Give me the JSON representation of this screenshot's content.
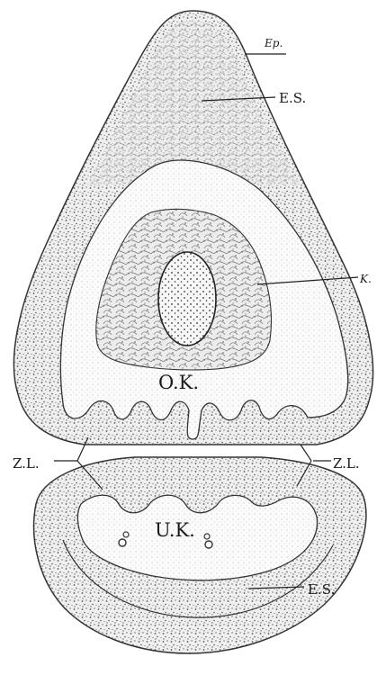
{
  "figure": {
    "labels": {
      "epidermis": "Ep.",
      "upper_es": "E.S.",
      "nucleus": "K.",
      "upper_cavity": "O.K.",
      "z_left": "Z.L.",
      "z_right": "Z.L.",
      "lower_cavity": "U.K.",
      "lower_es": "E.S."
    }
  }
}
